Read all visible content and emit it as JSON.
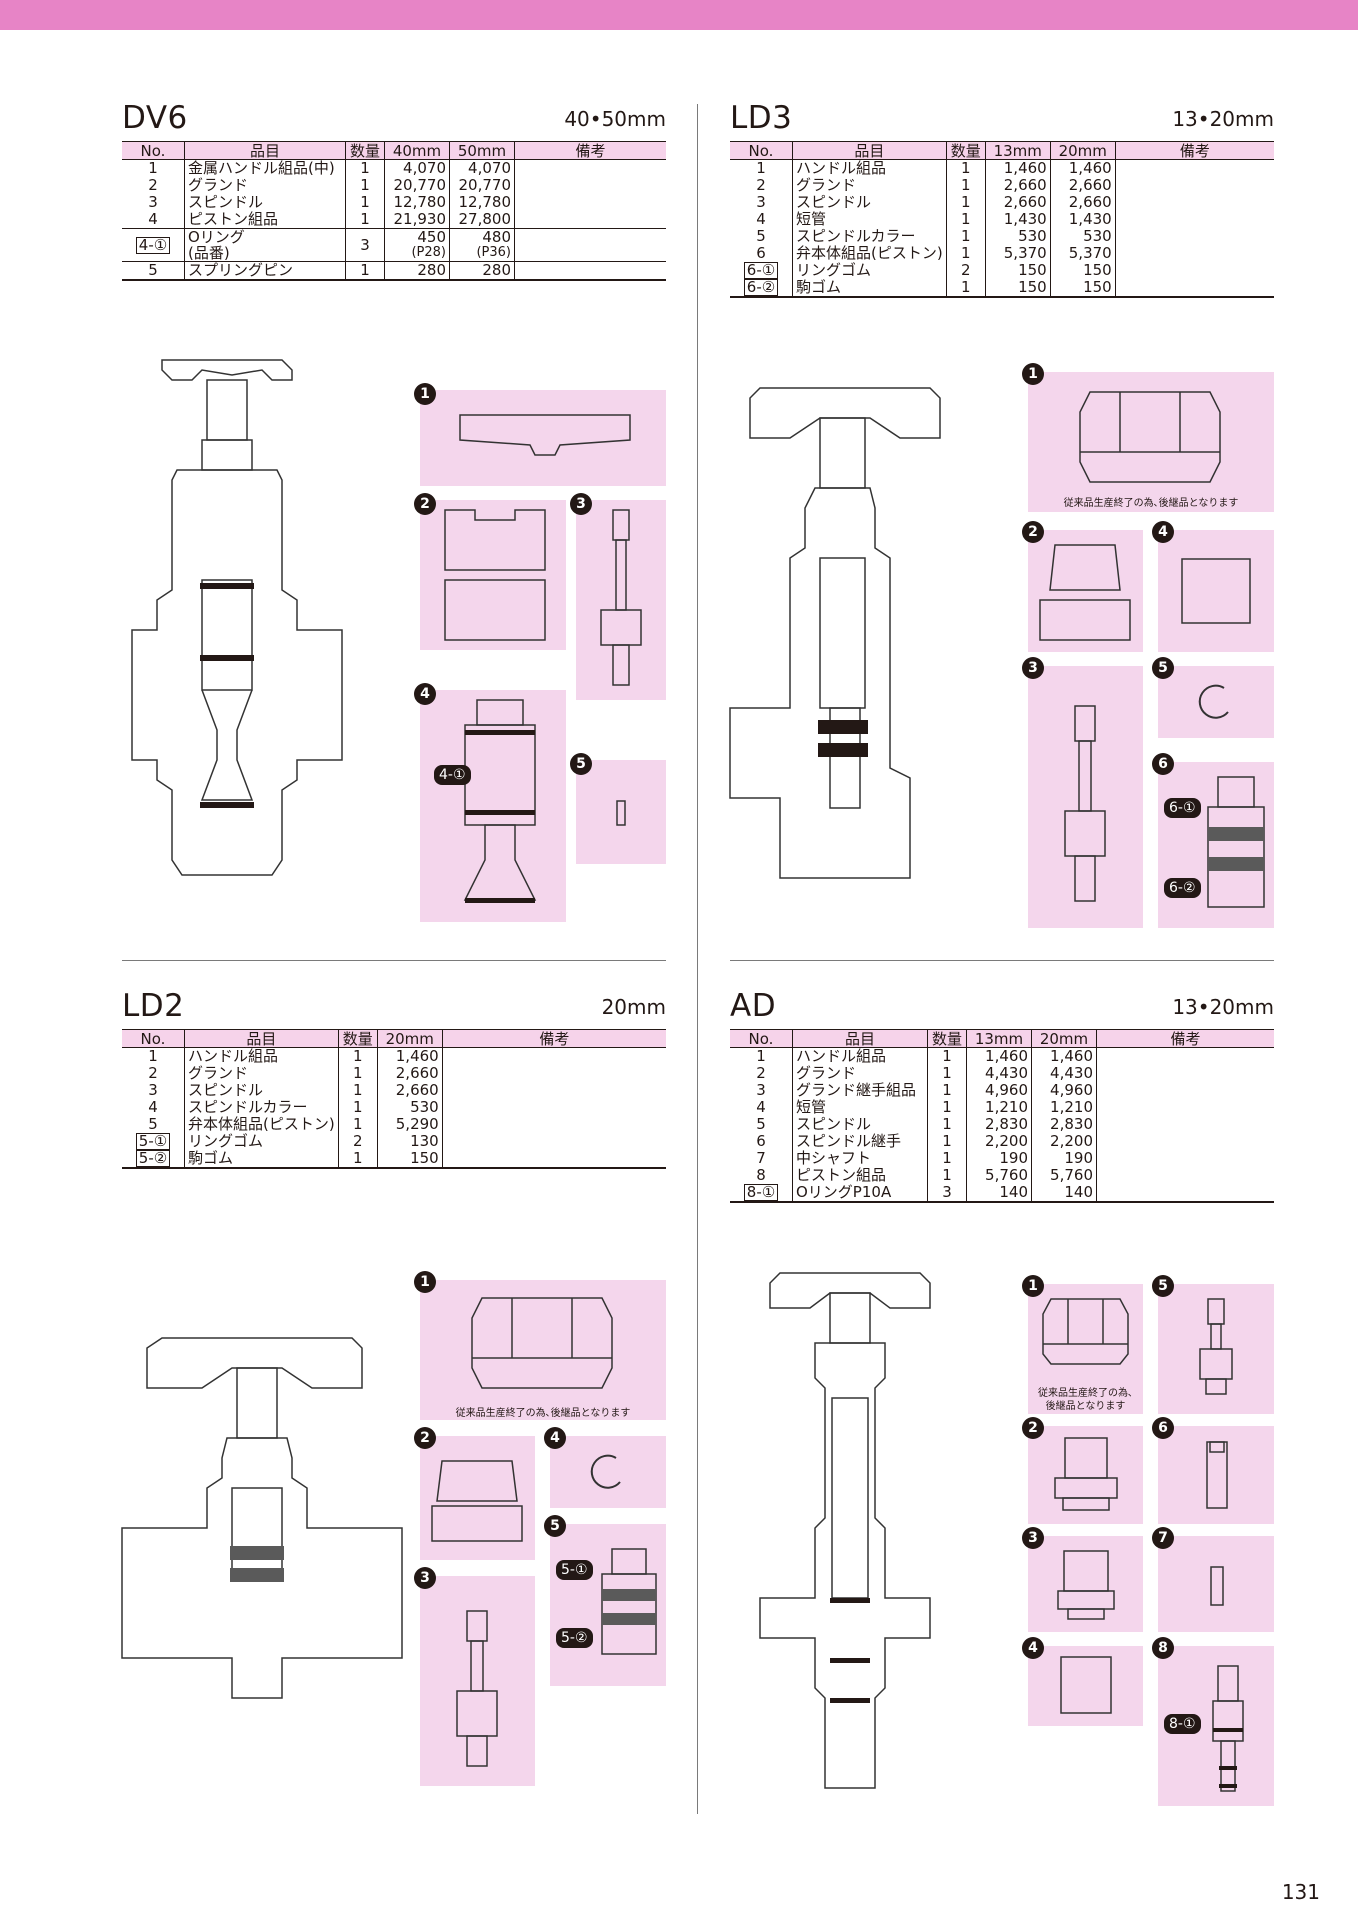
{
  "sections": {
    "dv6": {
      "title": "DV6",
      "size": "40•50mm",
      "headers": [
        "No.",
        "品目",
        "数量",
        "40mm",
        "50mm",
        "備考"
      ],
      "rows": [
        {
          "no": "1",
          "item": "金属ハンドル組品(中)",
          "qty": "1",
          "a": "4,070",
          "b": "4,070"
        },
        {
          "no": "2",
          "item": "グランド",
          "qty": "1",
          "a": "20,770",
          "b": "20,770"
        },
        {
          "no": "3",
          "item": "スピンドル",
          "qty": "1",
          "a": "12,780",
          "b": "12,780"
        },
        {
          "no": "4",
          "item": "ピストン組品",
          "qty": "1",
          "a": "21,930",
          "b": "27,800"
        },
        {
          "no": "4-①",
          "item": "Oリング",
          "item2": "(品番)",
          "qty": "3",
          "a": "450",
          "a2": "(P28)",
          "b": "480",
          "b2": "(P36)"
        },
        {
          "no": "5",
          "item": "スプリングピン",
          "qty": "1",
          "a": "280",
          "b": "280"
        }
      ],
      "labels": {
        "p1": "1",
        "p2": "2",
        "p3": "3",
        "p4": "4",
        "p5": "5",
        "t41": "4-①"
      }
    },
    "ld3": {
      "title": "LD3",
      "size": "13•20mm",
      "headers": [
        "No.",
        "品目",
        "数量",
        "13mm",
        "20mm",
        "備考"
      ],
      "rows": [
        {
          "no": "1",
          "item": "ハンドル組品",
          "qty": "1",
          "a": "1,460",
          "b": "1,460"
        },
        {
          "no": "2",
          "item": "グランド",
          "qty": "1",
          "a": "2,660",
          "b": "2,660"
        },
        {
          "no": "3",
          "item": "スピンドル",
          "qty": "1",
          "a": "2,660",
          "b": "2,660"
        },
        {
          "no": "4",
          "item": "短管",
          "qty": "1",
          "a": "1,430",
          "b": "1,430"
        },
        {
          "no": "5",
          "item": "スピンドルカラー",
          "qty": "1",
          "a": "530",
          "b": "530"
        },
        {
          "no": "6",
          "item": "弁本体組品(ピストン)",
          "qty": "1",
          "a": "5,370",
          "b": "5,370"
        },
        {
          "no": "6-①",
          "item": "リングゴム",
          "qty": "2",
          "a": "150",
          "b": "150"
        },
        {
          "no": "6-②",
          "item": "駒ゴム",
          "qty": "1",
          "a": "150",
          "b": "150"
        }
      ],
      "labels": {
        "p1": "1",
        "p2": "2",
        "p3": "3",
        "p4": "4",
        "p5": "5",
        "p6": "6",
        "t61": "6-①",
        "t62": "6-②"
      },
      "note": "従来品生産終了の為､後継品となります"
    },
    "ld2": {
      "title": "LD2",
      "size": "20mm",
      "headers": [
        "No.",
        "品目",
        "数量",
        "20mm",
        "備考"
      ],
      "rows": [
        {
          "no": "1",
          "item": "ハンドル組品",
          "qty": "1",
          "a": "1,460"
        },
        {
          "no": "2",
          "item": "グランド",
          "qty": "1",
          "a": "2,660"
        },
        {
          "no": "3",
          "item": "スピンドル",
          "qty": "1",
          "a": "2,660"
        },
        {
          "no": "4",
          "item": "スピンドルカラー",
          "qty": "1",
          "a": "530"
        },
        {
          "no": "5",
          "item": "弁本体組品(ピストン)",
          "qty": "1",
          "a": "5,290"
        },
        {
          "no": "5-①",
          "item": "リングゴム",
          "qty": "2",
          "a": "130"
        },
        {
          "no": "5-②",
          "item": "駒ゴム",
          "qty": "1",
          "a": "150"
        }
      ],
      "labels": {
        "p1": "1",
        "p2": "2",
        "p3": "3",
        "p4": "4",
        "p5": "5",
        "t51": "5-①",
        "t52": "5-②"
      },
      "note": "従来品生産終了の為､後継品となります"
    },
    "ad": {
      "title": "AD",
      "size": "13•20mm",
      "headers": [
        "No.",
        "品目",
        "数量",
        "13mm",
        "20mm",
        "備考"
      ],
      "rows": [
        {
          "no": "1",
          "item": "ハンドル組品",
          "qty": "1",
          "a": "1,460",
          "b": "1,460"
        },
        {
          "no": "2",
          "item": "グランド",
          "qty": "1",
          "a": "4,430",
          "b": "4,430"
        },
        {
          "no": "3",
          "item": "グランド継手組品",
          "qty": "1",
          "a": "4,960",
          "b": "4,960"
        },
        {
          "no": "4",
          "item": "短管",
          "qty": "1",
          "a": "1,210",
          "b": "1,210"
        },
        {
          "no": "5",
          "item": "スピンドル",
          "qty": "1",
          "a": "2,830",
          "b": "2,830"
        },
        {
          "no": "6",
          "item": "スピンドル継手",
          "qty": "1",
          "a": "2,200",
          "b": "2,200"
        },
        {
          "no": "7",
          "item": "中シャフト",
          "qty": "1",
          "a": "190",
          "b": "190"
        },
        {
          "no": "8",
          "item": "ピストン組品",
          "qty": "1",
          "a": "5,760",
          "b": "5,760"
        },
        {
          "no": "8-①",
          "item": "OリングP10A",
          "qty": "3",
          "a": "140",
          "b": "140"
        }
      ],
      "labels": {
        "p1": "1",
        "p2": "2",
        "p3": "3",
        "p4": "4",
        "p5": "5",
        "p6": "6",
        "p7": "7",
        "p8": "8",
        "t81": "8-①"
      },
      "note1": "従来品生産終了の為､",
      "note2": "後継品となります"
    }
  },
  "page_number": "131",
  "colors": {
    "accent": "#e784c6",
    "panel": "#f4d6ec",
    "header": "#f6d3ea"
  }
}
